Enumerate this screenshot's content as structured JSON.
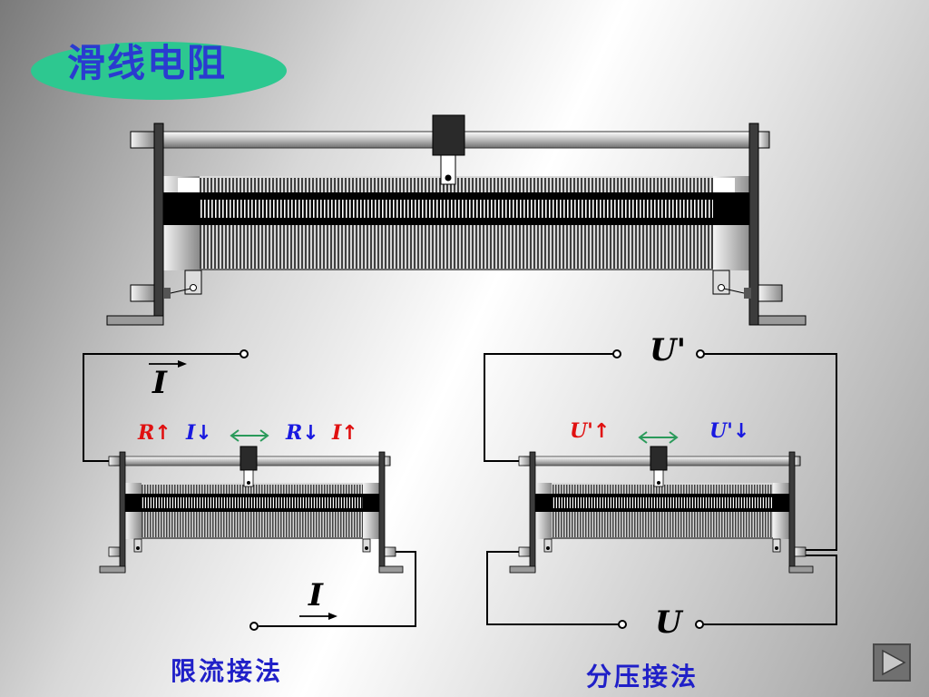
{
  "title": "滑线电阻",
  "left_circuit": {
    "caption": "限流接法",
    "current_top": "I",
    "current_bottom": "I",
    "labels": [
      {
        "text": "R",
        "arrow": "↑",
        "color": "#e01010"
      },
      {
        "text": "I",
        "arrow": "↓",
        "color": "#1818e0"
      },
      {
        "text": "R",
        "arrow": "↓",
        "color": "#1818e0"
      },
      {
        "text": "I",
        "arrow": "↑",
        "color": "#e01010"
      }
    ]
  },
  "right_circuit": {
    "caption": "分压接法",
    "voltage_top": "U'",
    "voltage_bottom": "U",
    "labels": [
      {
        "text": "U'",
        "arrow": "↑",
        "color": "#e01010"
      },
      {
        "text": "U'",
        "arrow": "↓",
        "color": "#1818e0"
      }
    ]
  },
  "colors": {
    "title_oval": "#2dc890",
    "title_text": "#2a3bd0",
    "arrow_green": "#2a9a5a"
  },
  "icons": {
    "next": "play-triangle-icon"
  }
}
